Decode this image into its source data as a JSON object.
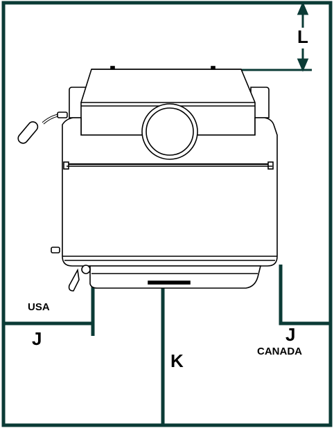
{
  "labels": {
    "L": "L",
    "J_left": "J",
    "J_right": "J",
    "K": "K",
    "usa": "USA",
    "canada": "CANADA"
  },
  "colors": {
    "wall_line": "#0b3b36",
    "stove_outline": "#000000",
    "stove_fill": "#ffffff"
  }
}
